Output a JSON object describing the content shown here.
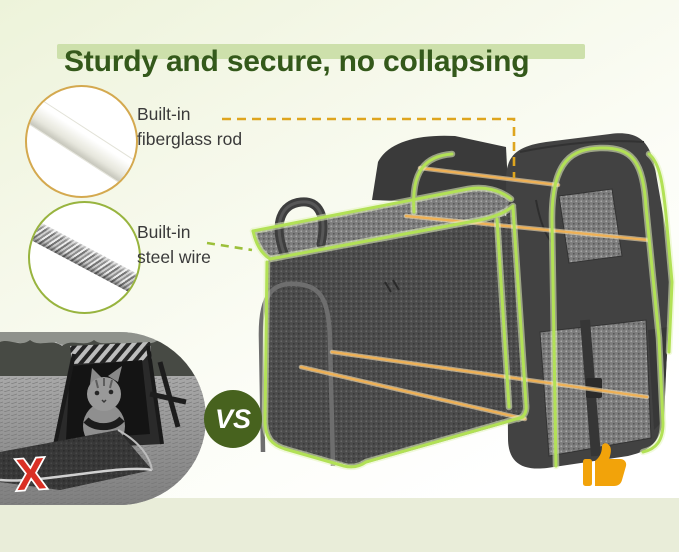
{
  "title": {
    "text": "Sturdy and secure, no collapsing"
  },
  "features": [
    {
      "line1": "Built-in",
      "line2": "fiberglass rod",
      "icon": "fiberglass-rod-icon"
    },
    {
      "line1": "Built-in",
      "line2": "steel wire",
      "icon": "steel-wire-icon"
    }
  ],
  "comparison": {
    "vs_label": "VS",
    "bad_mark_label": "X"
  },
  "icons": {
    "thumbs_up": "thumbs-up-icon",
    "bad_mark": "red-cross-icon"
  },
  "colors": {
    "title_green": "#34591b",
    "highlight_green": "#cde0ab",
    "text_dark": "#3a3a3a",
    "callout_gold": "#d4a94f",
    "callout_green": "#98b43f",
    "dashed_gold": "#dea51e",
    "dashed_green": "#9cc03a",
    "frame_green": "#b2e156",
    "wire_orange": "#f0b155",
    "vs_green": "#47621e",
    "cross_red": "#da3025",
    "thumb_orange": "#f2a30a",
    "bg_band": "#e9edd9"
  }
}
